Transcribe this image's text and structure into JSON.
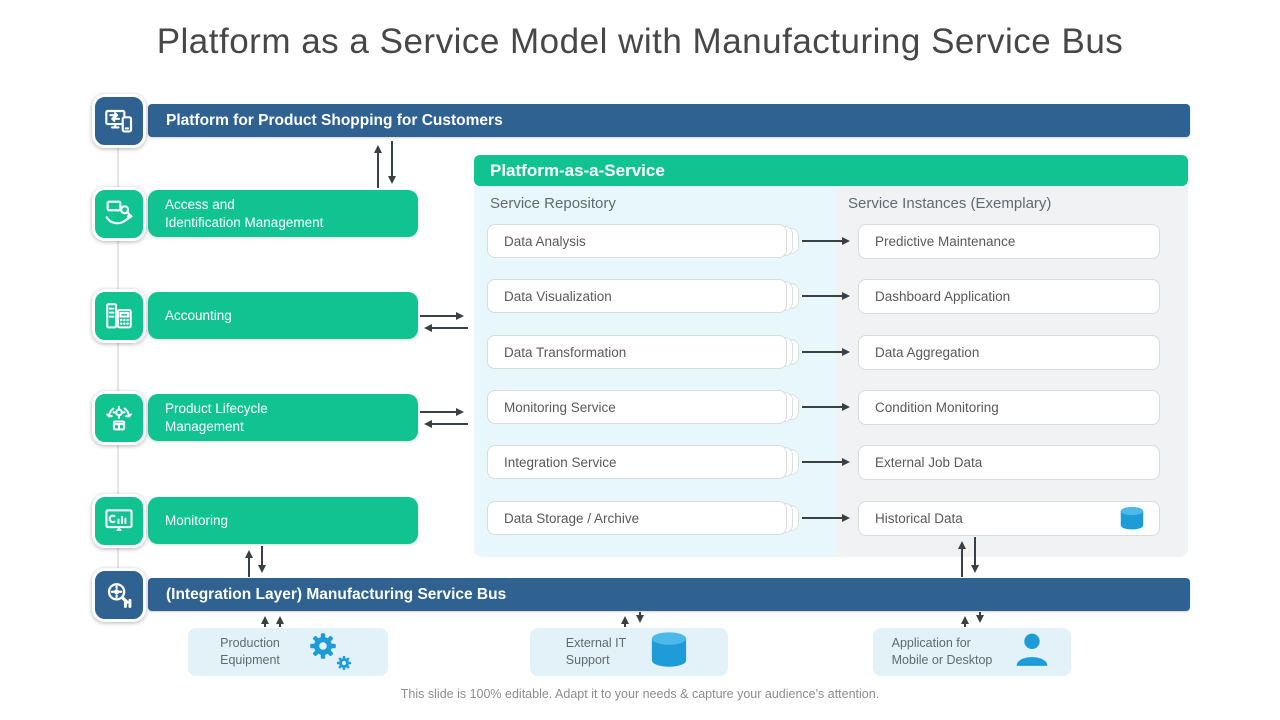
{
  "title": "Platform as a Service Model with Manufacturing Service Bus",
  "colors": {
    "green": "#12c392",
    "dark_blue": "#2f6291",
    "icon_blue": "#1e9cd7",
    "panel_left_bg": "#e8f7fb",
    "panel_right_bg": "#f0f2f3",
    "bottom_node_bg": "#e3f2f8",
    "text_gray": "#595959"
  },
  "top_bar": {
    "label": "Platform for Product Shopping for Customers",
    "icon": "devices-sync-icon"
  },
  "left_modules": [
    {
      "label": "Access and\nIdentification Management",
      "icon": "access-key-icon"
    },
    {
      "label": "Accounting",
      "icon": "calculator-fax-icon"
    },
    {
      "label": "Product Lifecycle\nManagement",
      "icon": "lifecycle-gear-icon"
    },
    {
      "label": "Monitoring",
      "icon": "monitor-chart-icon"
    }
  ],
  "paas_panel": {
    "header": "Platform-as-a-Service",
    "repository": {
      "heading": "Service Repository",
      "items": [
        "Data Analysis",
        "Data Visualization",
        "Data Transformation",
        "Monitoring Service",
        "Integration Service",
        "Data Storage / Archive"
      ]
    },
    "instances": {
      "heading": "Service Instances (Exemplary)",
      "items": [
        "Predictive Maintenance",
        "Dashboard Application",
        "Data Aggregation",
        "Condition Monitoring",
        "External Job Data",
        "Historical Data"
      ]
    }
  },
  "bus_bar": {
    "label": "(Integration Layer) Manufacturing Service Bus",
    "icon": "search-gear-icon"
  },
  "bottom_nodes": [
    {
      "label": "Production\nEquipment",
      "icon": "gears-icon"
    },
    {
      "label": "External IT\nSupport",
      "icon": "database-icon"
    },
    {
      "label": "Application for\nMobile or Desktop",
      "icon": "user-icon"
    }
  ],
  "footer": "This slide is 100% editable. Adapt it to your needs & capture your audience's attention."
}
